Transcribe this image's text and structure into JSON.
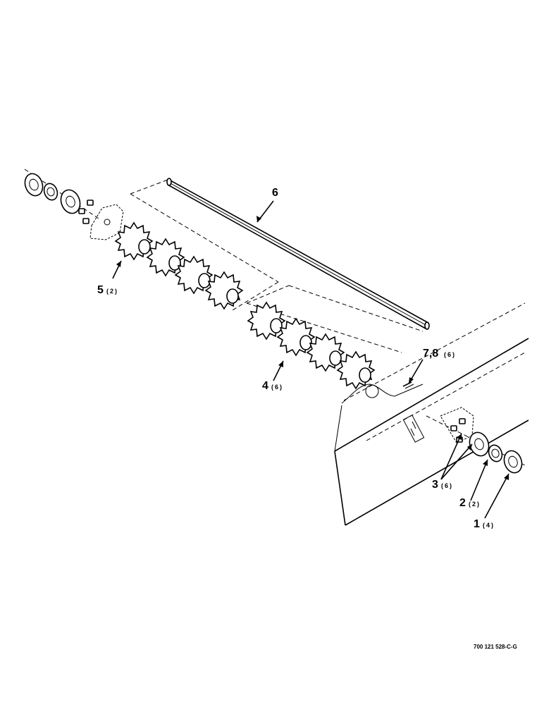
{
  "figure_number": "700 121 528-C-G",
  "callouts": [
    {
      "id": "c6",
      "number": "6",
      "qty": ""
    },
    {
      "id": "c5",
      "number": "5",
      "qty": "(2)"
    },
    {
      "id": "c4",
      "number": "4",
      "qty": "(6)"
    },
    {
      "id": "c78",
      "number": "7,8",
      "qty": "(6)"
    },
    {
      "id": "c3",
      "number": "3",
      "qty": "(6)"
    },
    {
      "id": "c2",
      "number": "2",
      "qty": "(2)"
    },
    {
      "id": "c1",
      "number": "1",
      "qty": "(4)"
    }
  ]
}
